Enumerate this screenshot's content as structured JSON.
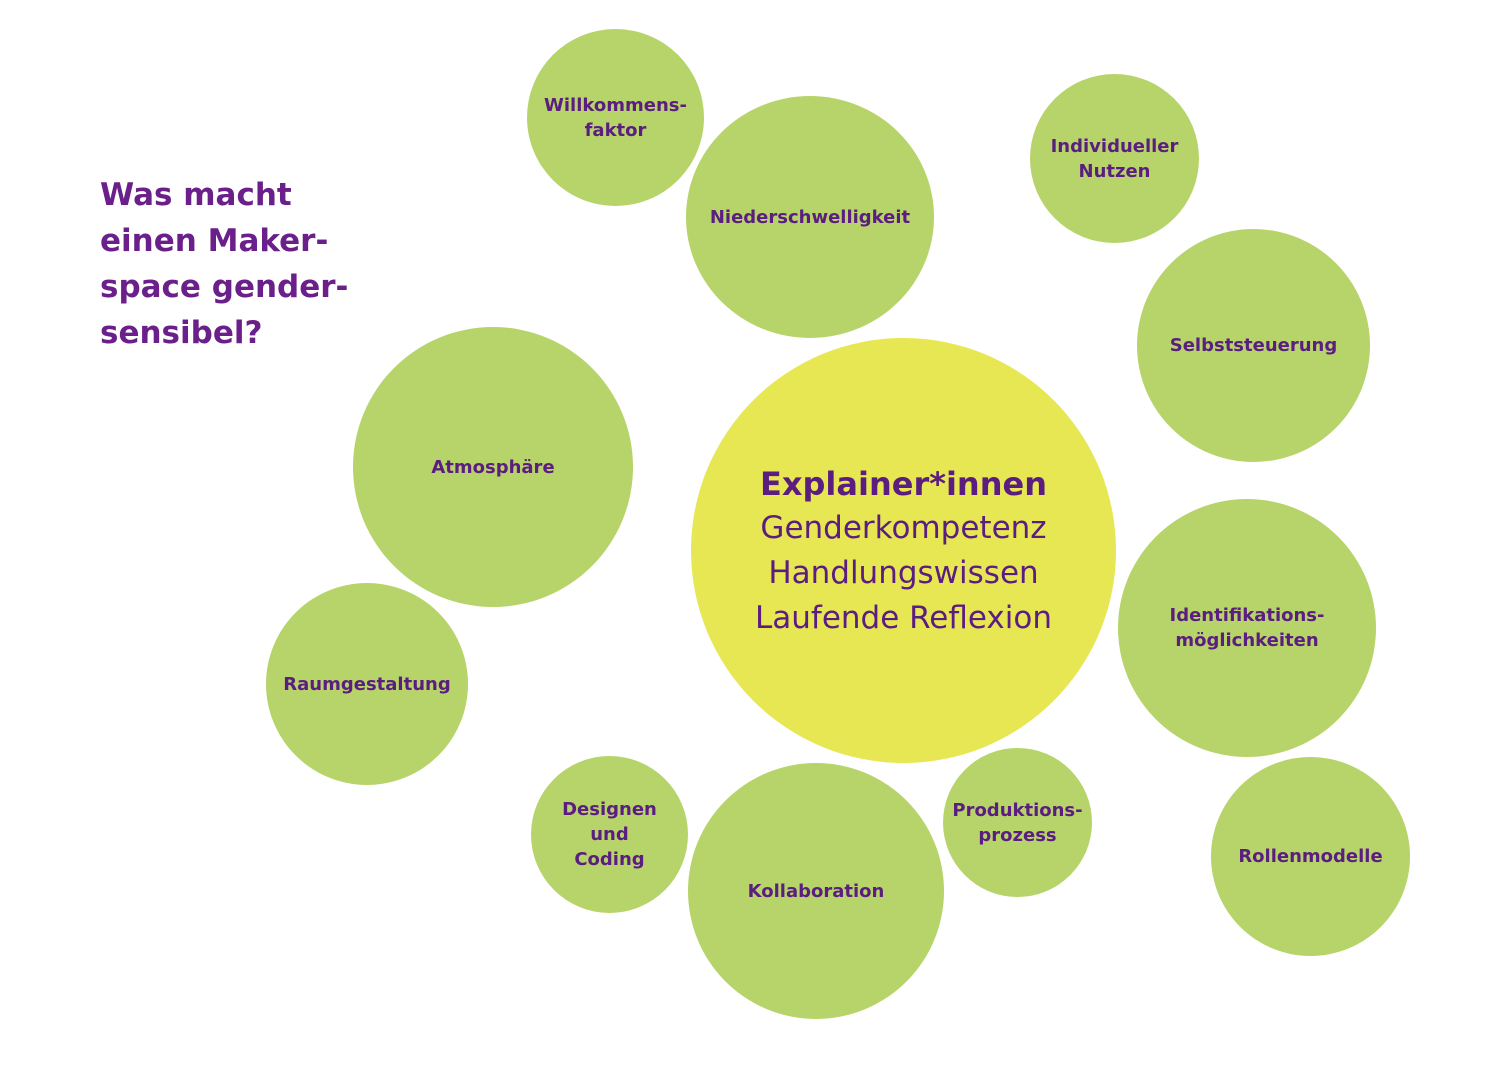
{
  "headline": {
    "lines": [
      "Was macht",
      "einen Maker-",
      "space gender-",
      "sensibel?"
    ]
  },
  "center": {
    "title": "Explainer*innen",
    "items": [
      "Genderkompetenz",
      "Handlungswissen",
      "Laufende Reflexion"
    ]
  },
  "bubbles": {
    "willkommensfaktor": [
      "Willkommens-",
      "faktor"
    ],
    "niederschwelligkeit": [
      "Niederschwelligkeit"
    ],
    "individueller_nutzen": [
      "Individueller",
      "Nutzen"
    ],
    "selbststeuerung": [
      "Selbststeuerung"
    ],
    "atmosphaere": [
      "Atmosphäre"
    ],
    "raumgestaltung": [
      "Raumgestaltung"
    ],
    "identifikationsmoeglichkeiten": [
      "Identifikations-",
      "möglichkeiten"
    ],
    "designen_und_coding": [
      "Designen",
      "und",
      "Coding"
    ],
    "kollaboration": [
      "Kollaboration"
    ],
    "produktionsprozess": [
      "Produktions-",
      "prozess"
    ],
    "rollenmodelle": [
      "Rollenmodelle"
    ]
  },
  "colors": {
    "bubble_fill": "#b6d46a",
    "center_fill": "#e6e753",
    "text": "#5c1d80",
    "headline": "#6a1f8a"
  }
}
